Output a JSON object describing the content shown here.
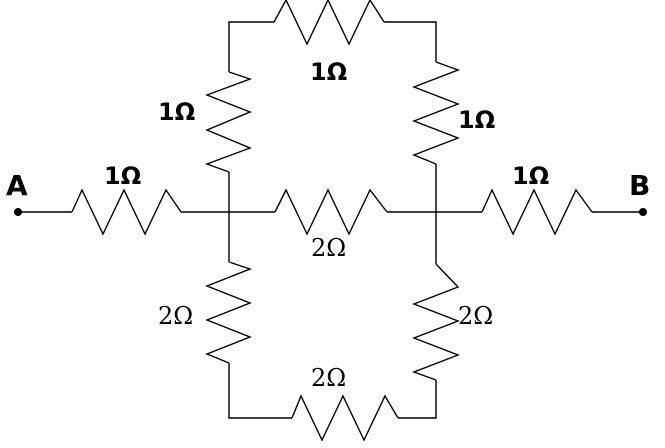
{
  "terminals": {
    "a": "A",
    "b": "B"
  },
  "resistors": {
    "left_series": "1Ω",
    "upper_left": "1Ω",
    "top": "1Ω",
    "upper_right": "1Ω",
    "right_series": "1Ω",
    "middle": "2Ω",
    "lower_left": "2Ω",
    "lower_right": "2Ω",
    "bottom": "2Ω"
  },
  "colors": {
    "line": "#000000",
    "background": "#ffffff"
  }
}
